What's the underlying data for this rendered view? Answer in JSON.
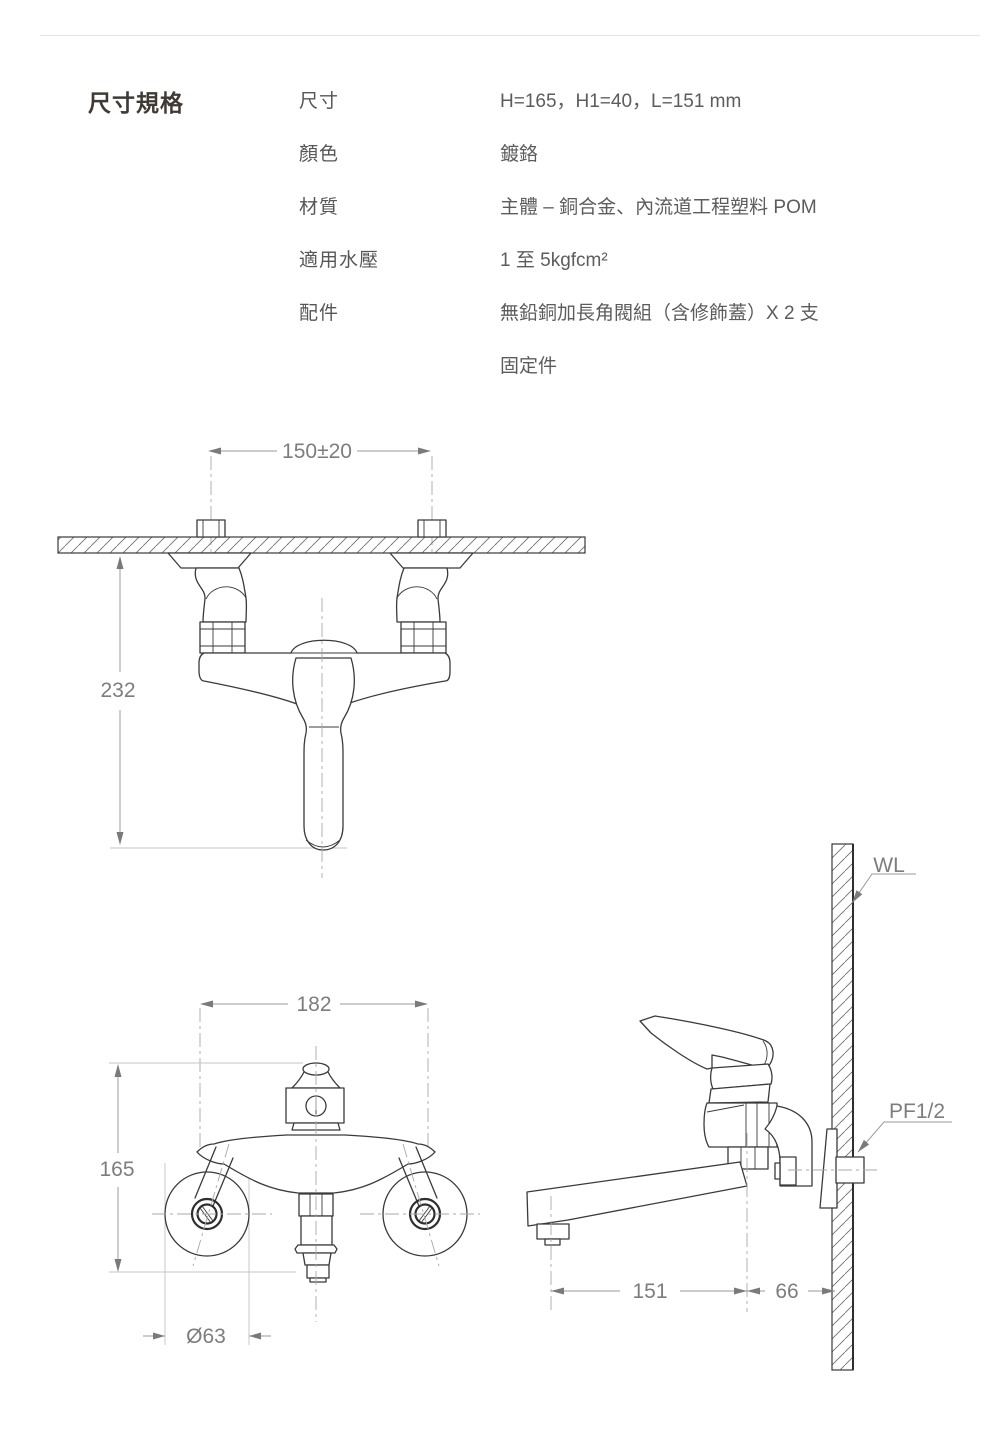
{
  "page": {
    "background": "#ffffff",
    "divider_color": "#e3e3e3"
  },
  "spec": {
    "heading": "尺寸規格",
    "rows": [
      {
        "label": "尺寸",
        "value": "H=165，H1=40，L=151 mm"
      },
      {
        "label": "顏色",
        "value": "鍍鉻"
      },
      {
        "label": "材質",
        "value": "主體 – 銅合金、內流道工程塑料 POM"
      },
      {
        "label": "適用水壓",
        "value": "1 至 5kgfcm²"
      },
      {
        "label": "配件",
        "value": "無鉛銅加長角閥組（含修飾蓋）X 2 支",
        "value2": "固定件"
      }
    ]
  },
  "drawings": {
    "stroke_color": "#3a3a3a",
    "dimension_color": "#7d7d7d",
    "front_view_top": {
      "width_dim": "150±20",
      "height_dim": "232"
    },
    "front_view_bottom": {
      "width_dim": "182",
      "height_dim": "165",
      "flange_dim": "Ø63"
    },
    "side_view": {
      "wall_label": "WL",
      "thread_label": "PF1/2",
      "spout_dim": "151",
      "wall_offset_dim": "66"
    }
  }
}
